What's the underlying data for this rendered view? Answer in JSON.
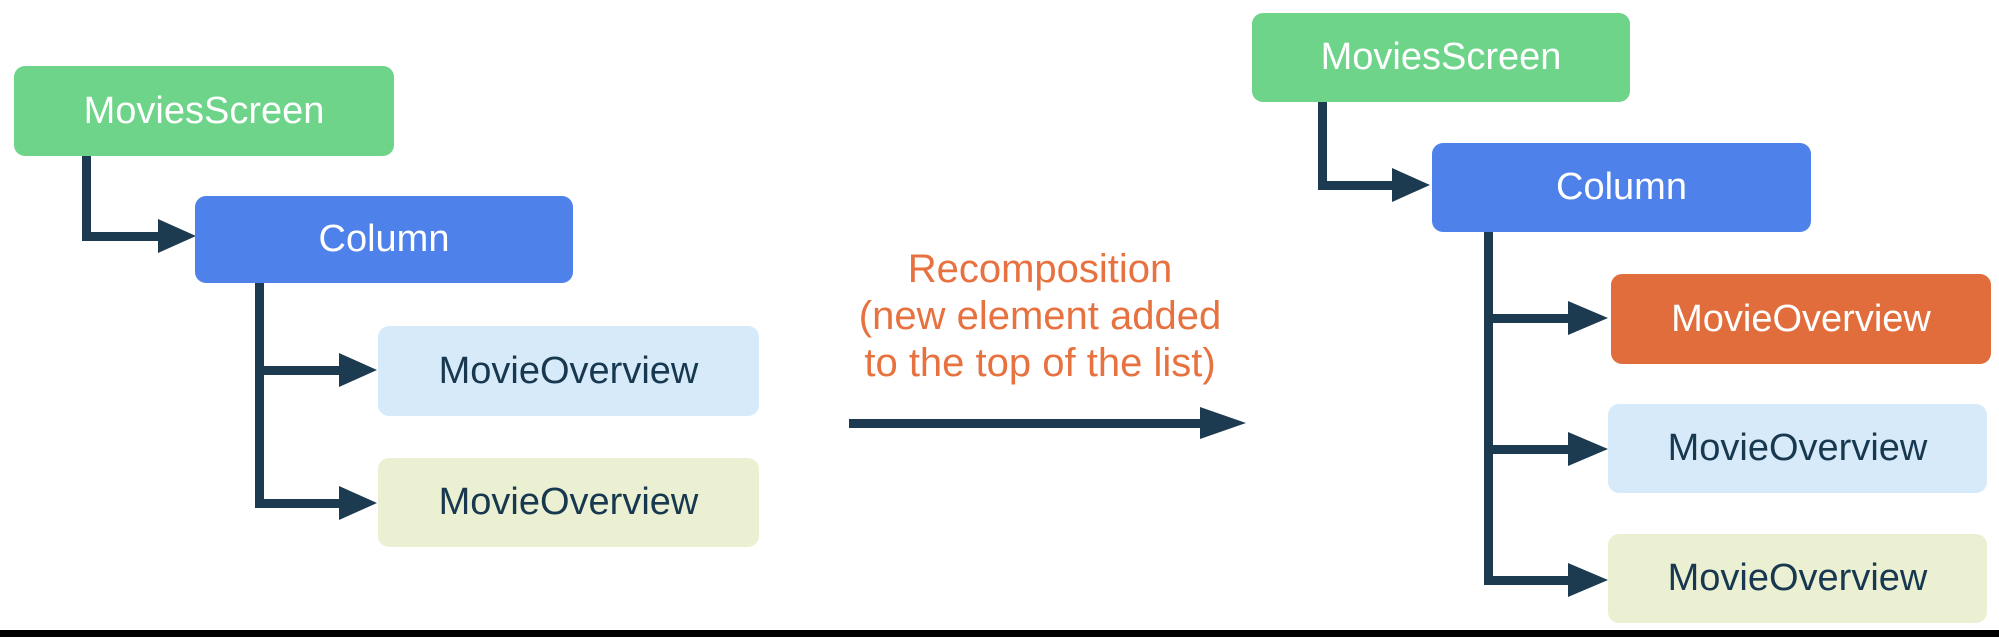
{
  "palette": {
    "green": "#6ED489",
    "blue": "#4E81E9",
    "orange": "#E06D3B",
    "light_blue": "#D6EAFA",
    "light_yellow": "#EBF0D3",
    "dark": "#1C3A50",
    "dark_text": "#17384F",
    "orange_text": "#E7713F",
    "bottom_rule": "#000000"
  },
  "left_tree": {
    "root": {
      "label": "MoviesScreen"
    },
    "column": {
      "label": "Column"
    },
    "children": [
      {
        "label": "MovieOverview",
        "variant": "light-blue"
      },
      {
        "label": "MovieOverview",
        "variant": "light-yellow"
      }
    ]
  },
  "annotation": {
    "lines": [
      "Recomposition",
      "(new element added",
      "to the top of the list)"
    ]
  },
  "right_tree": {
    "root": {
      "label": "MoviesScreen"
    },
    "column": {
      "label": "Column"
    },
    "children": [
      {
        "label": "MovieOverview",
        "variant": "orange"
      },
      {
        "label": "MovieOverview",
        "variant": "light-blue"
      },
      {
        "label": "MovieOverview",
        "variant": "light-yellow"
      }
    ]
  }
}
